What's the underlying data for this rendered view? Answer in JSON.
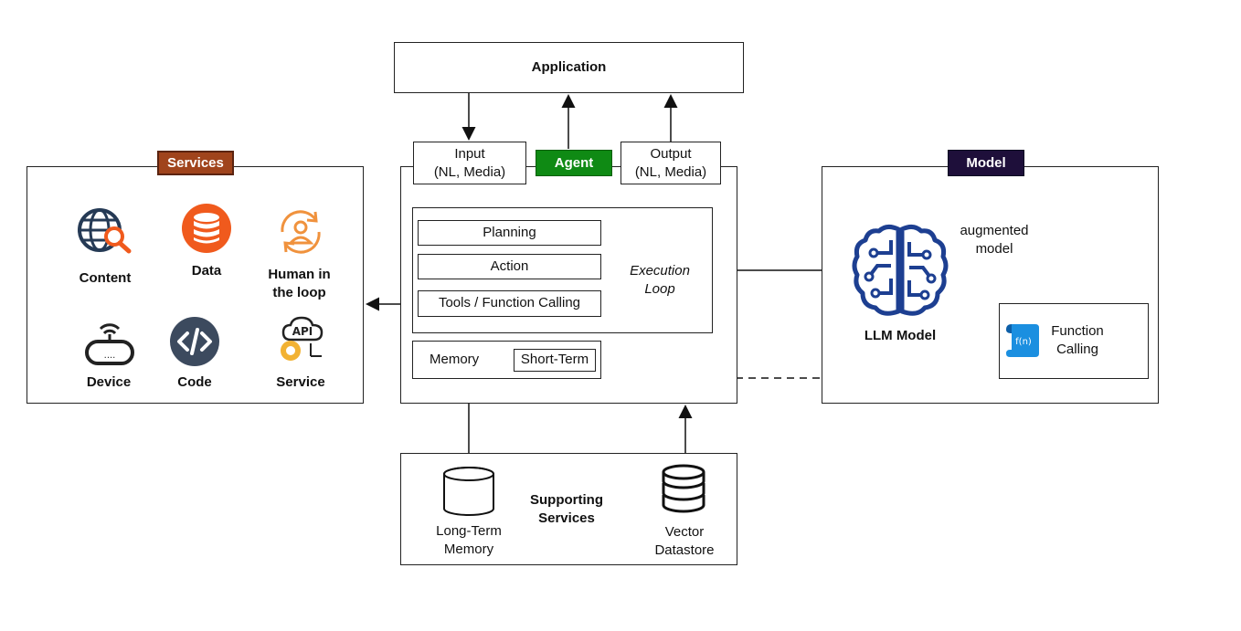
{
  "application": {
    "label": "Application"
  },
  "agent": {
    "tag": "Agent",
    "input": {
      "line1": "Input",
      "line2": "(NL, Media)"
    },
    "output": {
      "line1": "Output",
      "line2": "(NL, Media)"
    },
    "planning": "Planning",
    "action": "Action",
    "tools": "Tools / Function Calling",
    "execution_loop": {
      "line1": "Execution",
      "line2": "Loop"
    },
    "memory": "Memory",
    "short_term": "Short-Term"
  },
  "services": {
    "tag": "Services",
    "items": [
      {
        "label": "Content",
        "icon": "globe-search-icon"
      },
      {
        "label": "Data",
        "icon": "database-icon"
      },
      {
        "label": "Human in the loop",
        "line1": "Human in",
        "line2": "the loop",
        "icon": "human-loop-icon"
      },
      {
        "label": "Device",
        "icon": "router-icon"
      },
      {
        "label": "Code",
        "icon": "code-icon"
      },
      {
        "label": "Service",
        "icon": "api-gear-icon"
      }
    ]
  },
  "model": {
    "tag": "Model",
    "augmented": {
      "line1": "augmented",
      "line2": "model"
    },
    "llm": "LLM Model",
    "function_calling": {
      "line1": "Function",
      "line2": "Calling"
    }
  },
  "supporting": {
    "title": {
      "line1": "Supporting",
      "line2": "Services"
    },
    "long_term": {
      "line1": "Long-Term",
      "line2": "Memory"
    },
    "vector": {
      "line1": "Vector",
      "line2": "Datastore"
    }
  },
  "colors": {
    "services_tag": "#a0441c",
    "agent_tag": "#0f8a14",
    "model_tag": "#1e0f3a",
    "accent_blue": "#1d3f91",
    "icon_orange": "#f05a1d",
    "icon_navy": "#253a55"
  }
}
